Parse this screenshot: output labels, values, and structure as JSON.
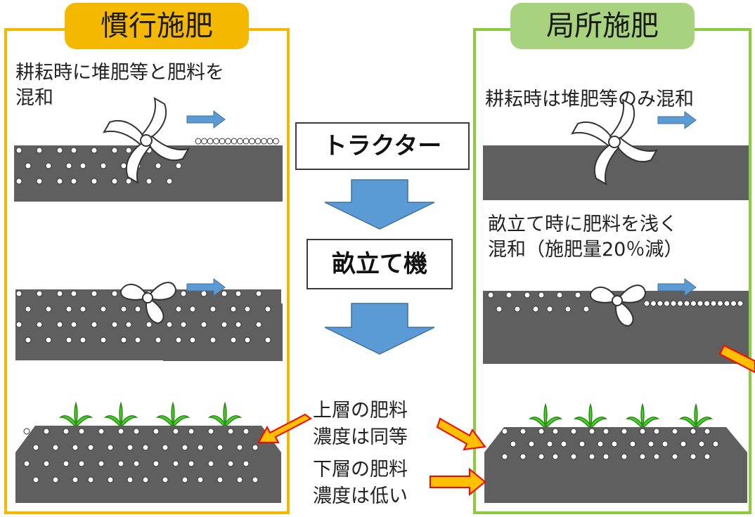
{
  "left_panel": {
    "title": "慣行施肥",
    "step1_caption": "耕耘時に堆肥等と肥料を\n混和"
  },
  "right_panel": {
    "title": "局所施肥",
    "step1_caption": "耕耘時は堆肥等のみ混和",
    "step2_caption": "畝立て時に肥料を浅く\n混和（施肥量20％減）"
  },
  "center": {
    "tractor_label": "トラクター",
    "ridger_label": "畝立て機",
    "upper_layer_note": "上層の肥料\n濃度は同等",
    "lower_layer_note": "下層の肥料\n濃度は低い"
  },
  "colors": {
    "conventional": "#f5b800",
    "localized": "#a7d37e",
    "soil": "#5f5f5f",
    "process_arrow": "#5b9bd5",
    "callout_arrow": "#ffc000",
    "plant": "#46d12a"
  }
}
